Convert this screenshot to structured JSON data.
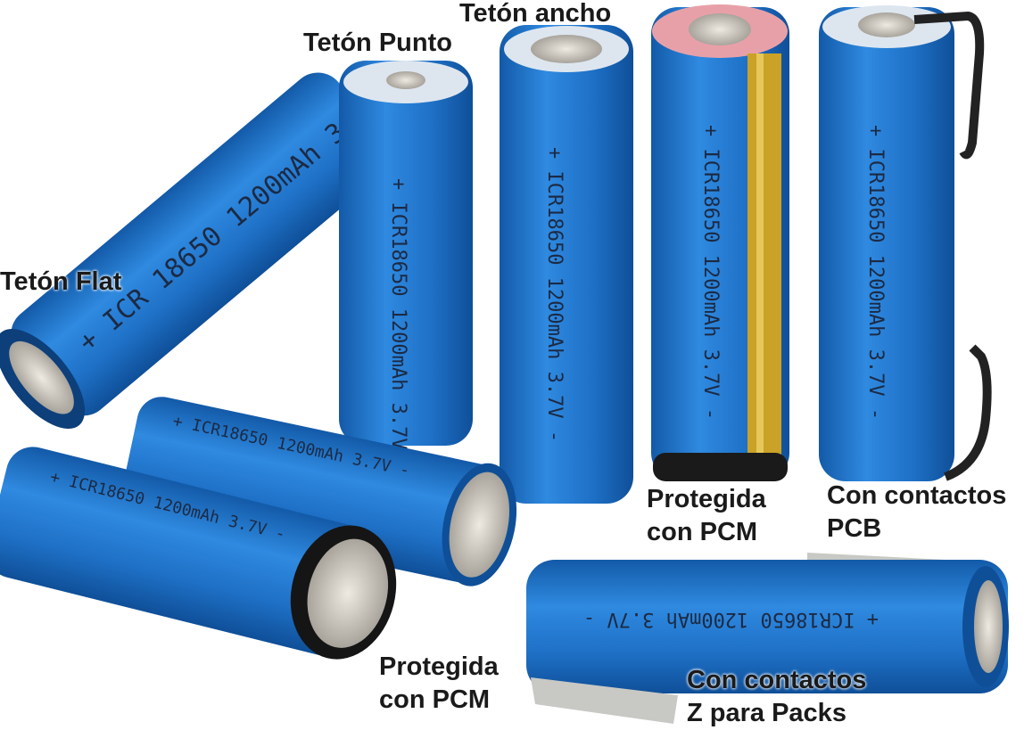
{
  "labels": {
    "flat": "Tetón Flat",
    "punto": "Tetón Punto",
    "ancho": "Tetón ancho",
    "pcm_top_1": "Protegida",
    "pcm_top_2": "con PCM",
    "pcb_1": "Con contactos",
    "pcb_2": "PCB",
    "pcm_bottom_1": "Protegida",
    "pcm_bottom_2": "con PCM",
    "z_1": "Con contactos",
    "z_2": "Z para Packs"
  },
  "battery_print": {
    "diagonal": "+ ICR 18650 1200mAh 3.7V",
    "vertical": "+ ICR18650 1200mAh 3.7V -",
    "horizontal": "+ ICR18650 1200mAh 3.7V -"
  },
  "colors": {
    "battery_blue": "#1f73c9",
    "gold_strip": "#c9a227",
    "cap_metal": "#cfcac0"
  }
}
